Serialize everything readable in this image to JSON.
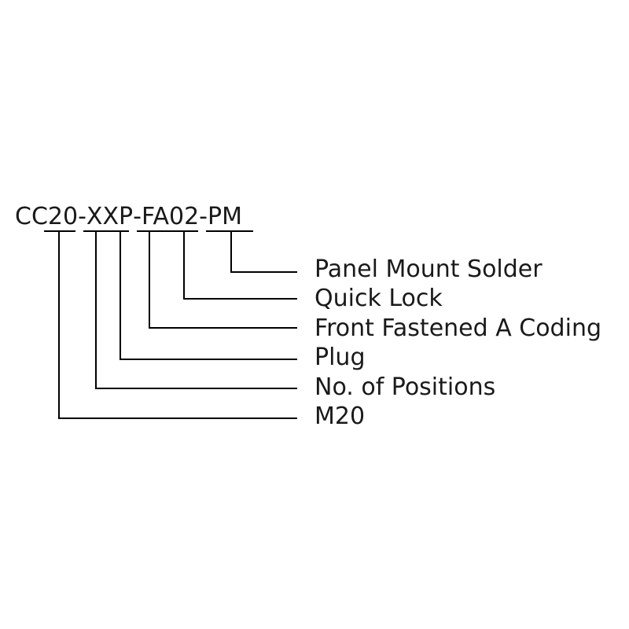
{
  "part_number": {
    "segments": [
      "CC",
      "20",
      "-",
      "XX",
      "P",
      "-",
      "FA",
      "02",
      "-",
      "PM"
    ]
  },
  "labels": [
    "Panel Mount Solder",
    "Quick Lock",
    "Front Fastened A Coding",
    "Plug",
    "No. of Positions",
    "M20"
  ],
  "colors": {
    "line": "#000000",
    "text": "#1a1a1a",
    "background": "#ffffff"
  }
}
